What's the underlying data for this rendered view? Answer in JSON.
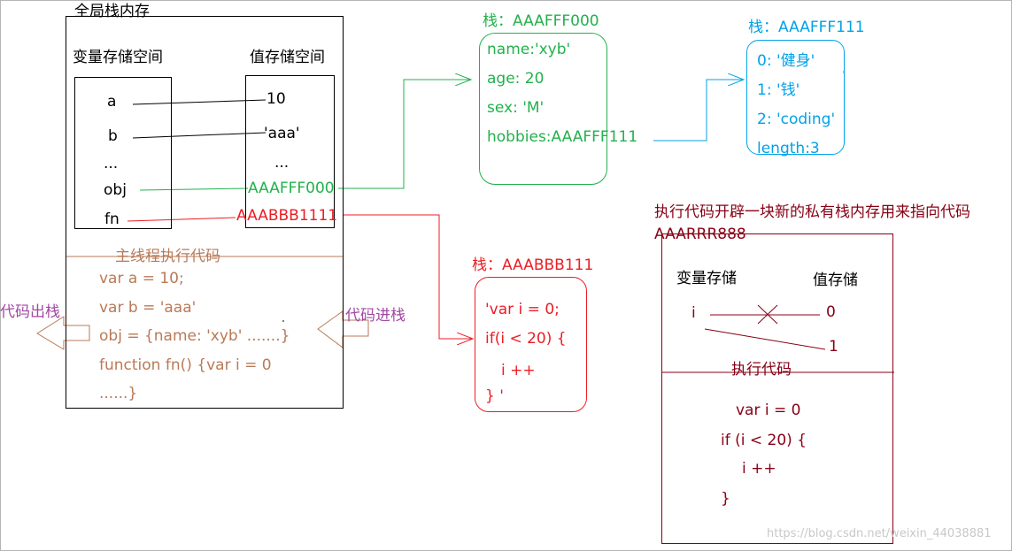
{
  "colors": {
    "black": "#000000",
    "green": "#22b14c",
    "blue": "#00a2e8",
    "red": "#ed1c24",
    "brown": "#b97a57",
    "purple": "#a349a4",
    "darkred": "#880015",
    "watermark": "#c8c8c8"
  },
  "global_stack": {
    "title": "全局栈内存",
    "var_space_title": "变量存储空间",
    "value_space_title": "值存储空间",
    "vars": [
      "a",
      "b",
      "...",
      "obj",
      "fn"
    ],
    "values": [
      "10",
      "'aaa'",
      "...",
      "AAAFFF000",
      "AAABBB1111"
    ],
    "main_thread_title": "主线程执行代码",
    "code": [
      "var a = 10;",
      "var b = 'aaa'",
      "obj = {name: 'xyb' .......}",
      "function fn() {var i = 0",
      "......}"
    ]
  },
  "labels": {
    "pop": "代码出栈",
    "push": "代码进栈"
  },
  "heap_obj": {
    "title": "栈：AAAFFF000",
    "lines": [
      "name:'xyb'",
      "age: 20",
      "sex: 'M'",
      "hobbies:AAAFFF111"
    ]
  },
  "heap_arr": {
    "title": "栈：AAAFFF111",
    "lines": [
      "0: '健身'",
      "1: '钱'",
      "2: 'coding'",
      "length:3"
    ]
  },
  "heap_fn": {
    "title": "栈：AAABBB111",
    "lines": [
      "'var i = 0;",
      "if(i < 20) {",
      "i ++",
      "} '"
    ]
  },
  "private_stack": {
    "title_line1": "执行代码开辟一块新的私有栈内存用来指向代码",
    "title_line2": "AAARRR888",
    "var_title": "变量存储",
    "value_title": "值存储",
    "var": "i",
    "old_value": "0",
    "new_value": "1",
    "exec_title": "执行代码",
    "code": [
      "var i = 0",
      "if (i < 20) {",
      "i ++",
      "}"
    ]
  },
  "watermark": "https://blog.csdn.net/weixin_44038881"
}
